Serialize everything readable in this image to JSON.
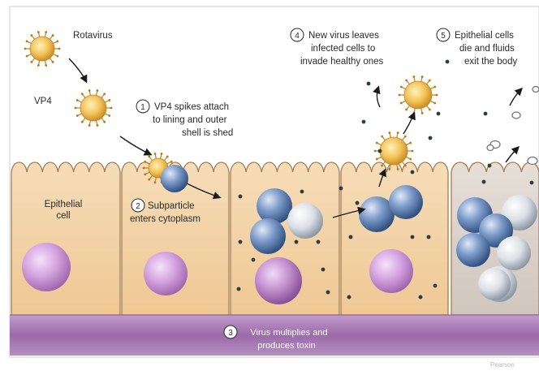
{
  "labels": {
    "rotavirus": "Rotavirus",
    "vp4": "VP4",
    "epithelial_cell_1": "Epithelial",
    "epithelial_cell_2": "cell",
    "watermark": "Pearson"
  },
  "steps": [
    {
      "num": "1",
      "lines": [
        "VP4 spikes attach",
        "to lining and outer",
        "shell is shed"
      ]
    },
    {
      "num": "2",
      "lines": [
        "Subparticle",
        "enters cytoplasm"
      ]
    },
    {
      "num": "3",
      "lines": [
        "Virus multiplies and",
        "produces toxin"
      ]
    },
    {
      "num": "4",
      "lines": [
        "New virus leaves",
        "infected cells to",
        "invade healthy ones"
      ]
    },
    {
      "num": "5",
      "lines": [
        "Epithelial cells",
        "die and fluids",
        "exit the body"
      ]
    }
  ],
  "colors": {
    "cell_fill": "#f2d2a6",
    "cell_stroke": "#b58a55",
    "dead_cell_fill": "#d9d2cc",
    "band_fill": "#a779b2",
    "nucleus": "#d6a4e0",
    "virus_core": "#f0c060",
    "blue_particle": "#6f8fc0",
    "white_particle": "#dfe4ea"
  }
}
